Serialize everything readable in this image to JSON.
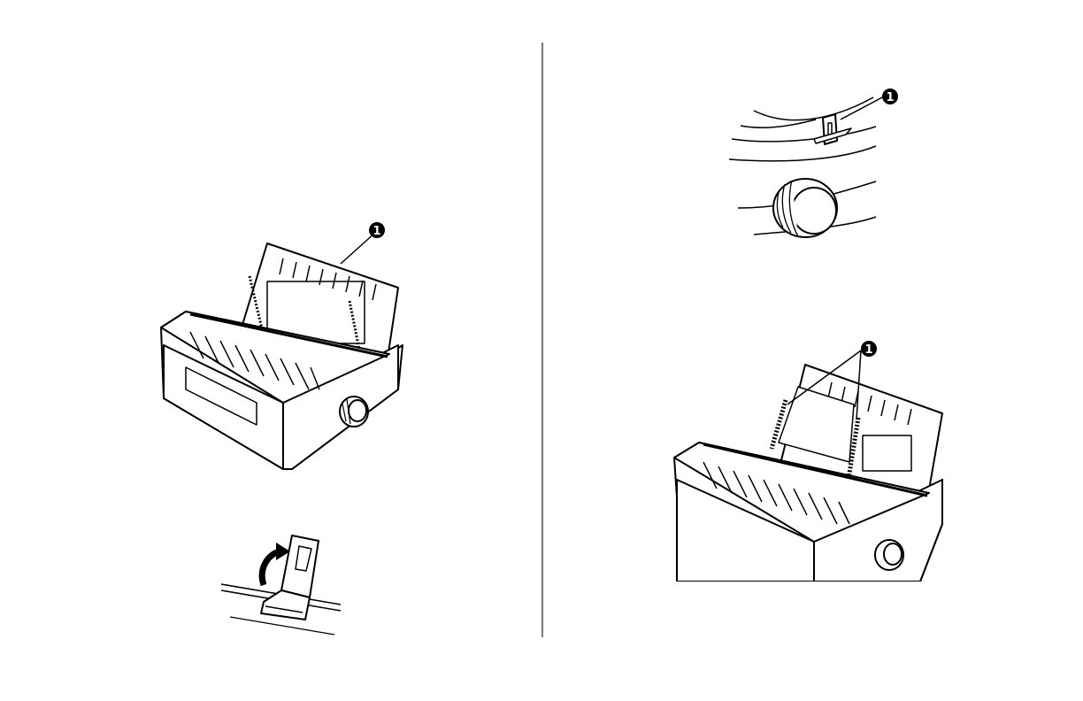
{
  "callouts": {
    "fig1": "1",
    "fig2": "1",
    "fig3": "1"
  },
  "colors": {
    "ink": "#000000",
    "paper": "#ffffff",
    "divider": "#7a7a7a"
  }
}
